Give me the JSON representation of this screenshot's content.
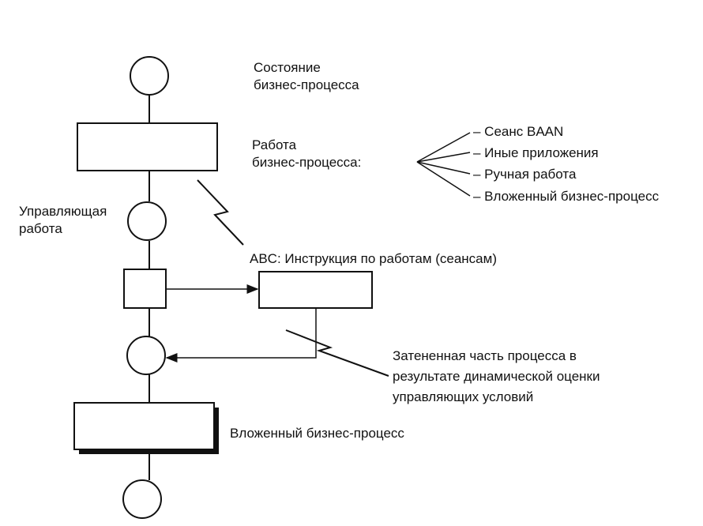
{
  "diagram": {
    "labels": {
      "state_line1": "Состояние",
      "state_line2": "бизнес-процесса",
      "activity_line1": "Работа",
      "activity_line2": "бизнес-процесса:",
      "control_line1": "Управляющая",
      "control_line2": "работа",
      "abc": "ABC: Инструкция по работам (сеансам)",
      "shaded_line1": "Затененная часть процесса в",
      "shaded_line2": "результате динамической оценки",
      "shaded_line3": "управляющих условий",
      "nested": "Вложенный бизнес-процесс"
    },
    "activity_types": [
      "– Сеанс BAAN",
      "– Иные приложения",
      "– Ручная работа",
      "– Вложенный бизнес-процесс"
    ]
  }
}
